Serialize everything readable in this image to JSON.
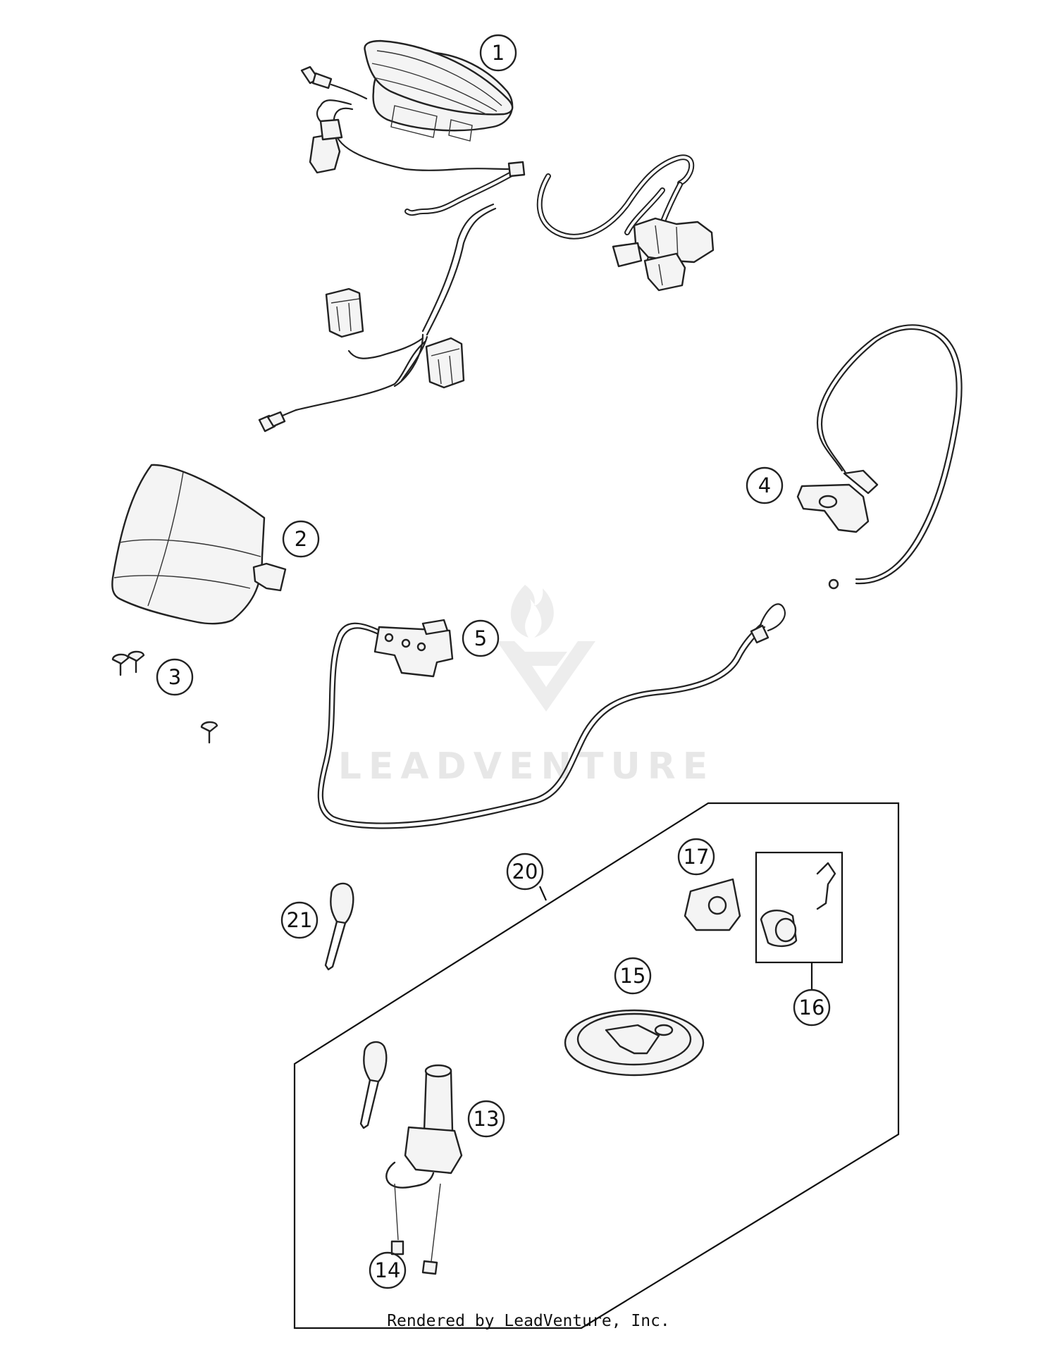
{
  "callouts": [
    {
      "label": "1"
    },
    {
      "label": "2"
    },
    {
      "label": "3"
    },
    {
      "label": "4"
    },
    {
      "label": "5"
    },
    {
      "label": "13"
    },
    {
      "label": "14"
    },
    {
      "label": "15"
    },
    {
      "label": "16"
    },
    {
      "label": "17"
    },
    {
      "label": "20"
    },
    {
      "label": "21"
    }
  ],
  "watermark": {
    "text": "LEADVENTURE"
  },
  "footer": {
    "text": "Rendered by LeadVenture, Inc."
  }
}
